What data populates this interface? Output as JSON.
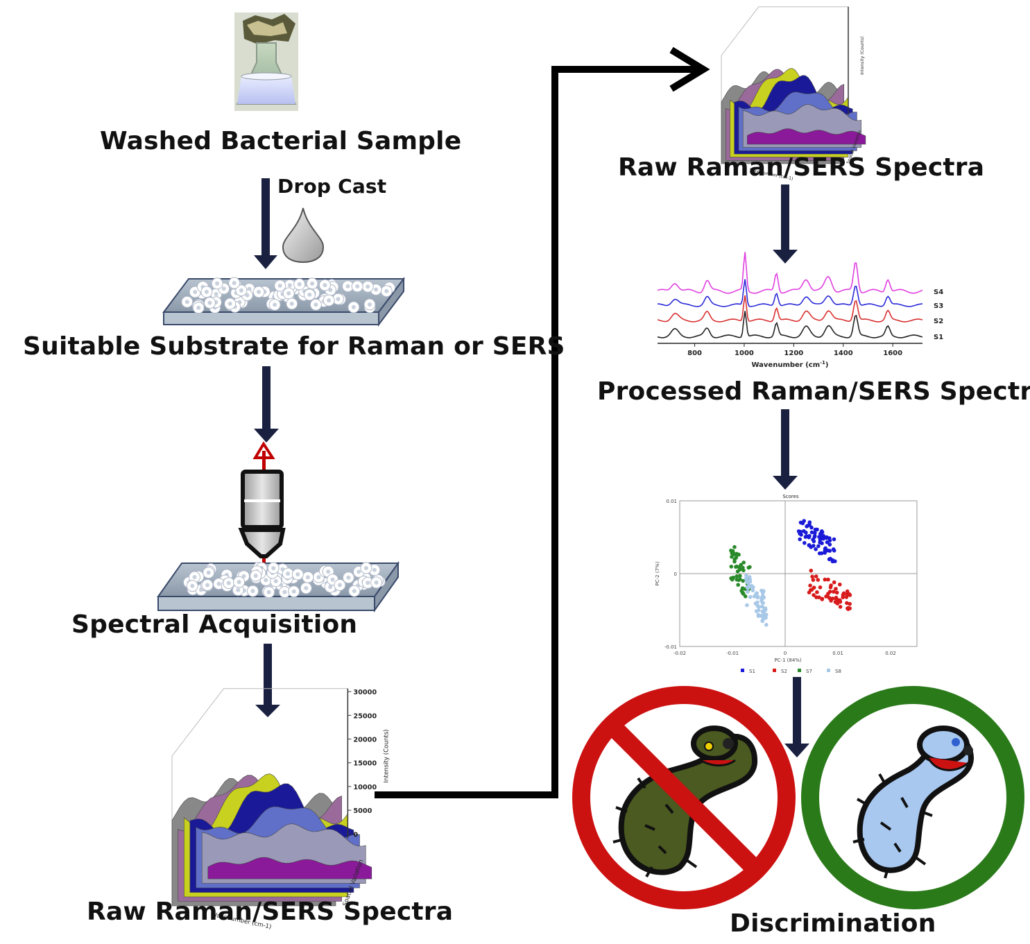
{
  "steps": {
    "washed_sample": "Washed Bacterial Sample",
    "drop_cast": "Drop Cast",
    "substrate": "Suitable Substrate for Raman or SERS",
    "acquisition": "Spectral Acquisition",
    "raw_spectra_left": "Raw Raman/SERS Spectra",
    "raw_spectra_right": "Raw Raman/SERS Spectra",
    "processed_spectra": "Processed Raman/SERS Spectra",
    "discrimination": "Discrimination"
  },
  "raw_plot": {
    "ylabel": "Intensity (Counts)",
    "xlabel": "Wavenumber (cm-1)",
    "zlabel": "Spatial Variation",
    "yticks": [
      "30000",
      "25000",
      "20000",
      "15000",
      "10000",
      "5000",
      "0"
    ]
  },
  "processed_plot": {
    "xlabel": "Wavenumber (cm",
    "xlabel_sup": "-1",
    "xlabel_end": ")",
    "xticks": [
      "800",
      "1000",
      "1200",
      "1400",
      "1600"
    ],
    "series_labels": [
      "S4",
      "S3",
      "S2",
      "S1"
    ],
    "colors": [
      "#e040e0",
      "#2a2ad8",
      "#d83030",
      "#222222"
    ]
  },
  "pca_plot": {
    "title": "Scores",
    "xlabel": "PC-1 (84%)",
    "ylabel": "PC-2 (7%)",
    "xticks": [
      "-0.02",
      "-0.01",
      "0",
      "0.01",
      "0.02"
    ],
    "yticks": [
      "0.01",
      "0",
      "-0.01"
    ],
    "legend": [
      "S1",
      "S2",
      "S7",
      "S8"
    ],
    "colors": [
      "#1a1ad8",
      "#d81a1a",
      "#2a8a2a",
      "#a8c8e8"
    ]
  },
  "colors": {
    "arrow": "#1a2040",
    "red_arrow": "#c00000",
    "no_sign": "#cc1111",
    "ok_ring": "#2a7a1a",
    "bad_bacterium": "#4a5a20",
    "good_bacterium": "#a8c8f0"
  }
}
